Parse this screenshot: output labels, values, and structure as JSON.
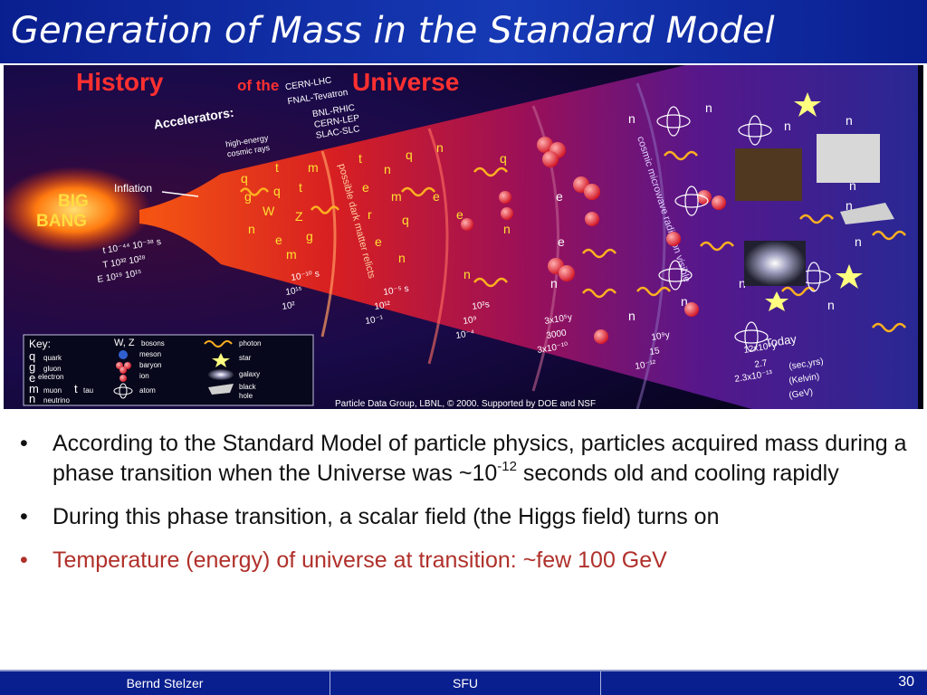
{
  "slide": {
    "title": "Generation of Mass in the Standard Model",
    "page_number": "30"
  },
  "figure": {
    "heading_history": "History",
    "heading_of_the": "of the",
    "heading_universe": "Universe",
    "accelerators_label": "Accelerators:",
    "acc_cern_lhc": "CERN-LHC",
    "acc_fnal": "FNAL-Tevatron",
    "acc_bnl": "BNL-RHIC",
    "acc_cern_lep": "CERN-LEP",
    "acc_slac": "SLAC-SLC",
    "high_energy_1": "high-energy",
    "high_energy_2": "cosmic rays",
    "inflation": "Inflation",
    "big": "BIG",
    "bang": "BANG",
    "dark_matter": "possible dark matter relicts",
    "cmb": "cosmic microwave radiation visible",
    "today": "Today",
    "credit": "Particle Data Group, LBNL, © 2000.   Supported by DOE and NSF",
    "row_t": "t  10⁻⁴⁴   10⁻³⁸ s",
    "row_T": "T  10³²   10²⁸",
    "row_E": "E  10¹⁹   10¹⁵",
    "col1_a": "10⁻¹⁰ s",
    "col1_b": "10¹⁵",
    "col1_c": "10²",
    "col2_a": "10⁻⁵ s",
    "col2_b": "10¹²",
    "col2_c": "10⁻¹",
    "col3_a": "10²s",
    "col3_b": "10⁹",
    "col3_c": "10⁻⁴",
    "col4_a": "3x10⁵y",
    "col4_b": "3000",
    "col4_c": "3x10⁻¹⁰",
    "col5_a": "10⁹y",
    "col5_b": "15",
    "col5_c": "10⁻¹²",
    "col6_a": "12x10⁹y",
    "col6_b": "2.7",
    "col6_c": "2.3x10⁻¹³",
    "unit_a": "(sec,yrs)",
    "unit_b": "(Kelvin)",
    "unit_c": "(GeV)",
    "key": {
      "title": "Key:",
      "q": "q",
      "quark": "quark",
      "g": "g",
      "gluon": "gluon",
      "e": "e",
      "electron": "electron",
      "m": "m",
      "muon": "muon",
      "t": "t",
      "tau": "tau",
      "n": "n",
      "neutrino": "neutrino",
      "wz": "W, Z",
      "bosons": "bosons",
      "meson": "meson",
      "baryon": "baryon",
      "ion": "ion",
      "atom": "atom",
      "photon": "photon",
      "star": "star",
      "galaxy": "galaxy",
      "black": "black",
      "hole": "hole"
    }
  },
  "bullets": [
    {
      "bullet": "•",
      "before": "According to the Standard Model of particle physics, particles acquired mass during a phase transition when the Universe was ~10",
      "sup": "-12",
      "after": " seconds old and cooling rapidly"
    },
    {
      "bullet": "•",
      "text": "During this phase transition, a scalar field (the Higgs field) turns on"
    },
    {
      "bullet": "•",
      "text": "Temperature (energy) of universe at transition: ~few 100 GeV",
      "color": "#b0302a"
    }
  ],
  "footer": {
    "author": "Bernd Stelzer",
    "institution": "SFU",
    "right_cell": ""
  }
}
